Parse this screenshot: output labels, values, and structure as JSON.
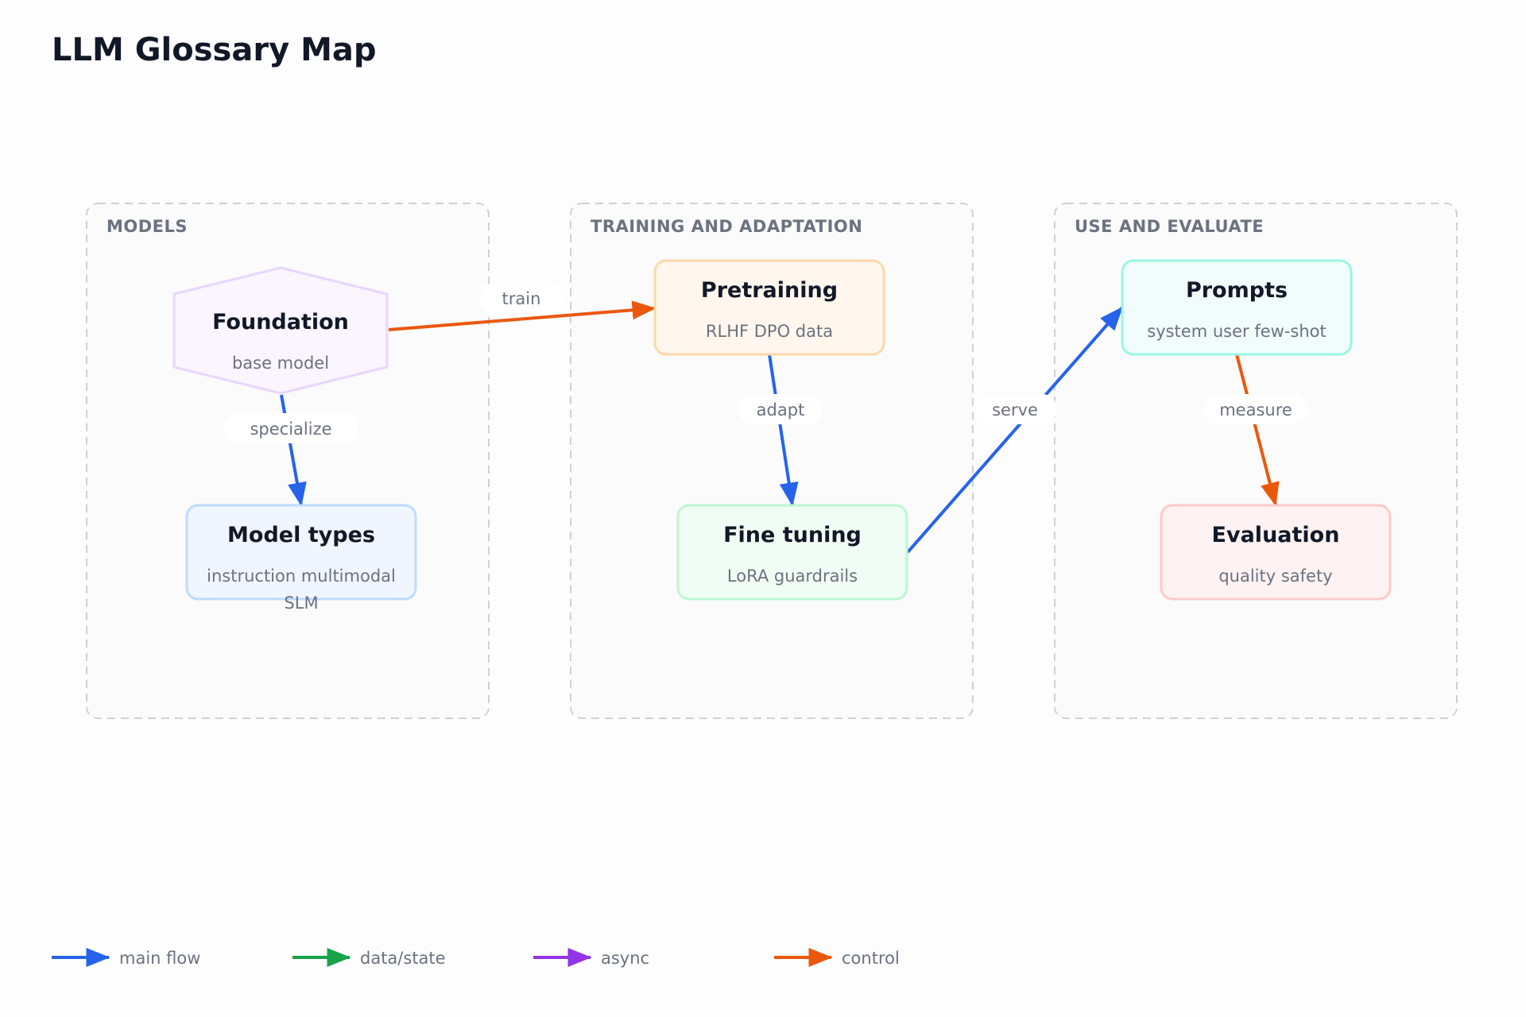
{
  "title": "LLM Glossary Map",
  "colors": {
    "main_flow": "#2563eb",
    "data_state": "#16a34a",
    "async": "#9333ea",
    "control": "#ea580c"
  },
  "groups": [
    {
      "id": "models",
      "label": "MODELS"
    },
    {
      "id": "training",
      "label": "TRAINING AND ADAPTATION"
    },
    {
      "id": "use",
      "label": "USE AND EVALUATE"
    }
  ],
  "nodes": [
    {
      "id": "foundation",
      "title": "Foundation",
      "sub": [
        "base model"
      ],
      "shape": "hexagon",
      "fill": "#faf5ff",
      "stroke": "#e9d5ff"
    },
    {
      "id": "model-types",
      "title": "Model types",
      "sub": [
        "instruction multimodal",
        "SLM"
      ],
      "shape": "rect",
      "fill": "#eff6ff",
      "stroke": "#bfdbfe"
    },
    {
      "id": "pretraining",
      "title": "Pretraining",
      "sub": [
        "RLHF DPO data"
      ],
      "shape": "rect",
      "fill": "#fff7ed",
      "stroke": "#fed7aa"
    },
    {
      "id": "fine-tuning",
      "title": "Fine tuning",
      "sub": [
        "LoRA guardrails"
      ],
      "shape": "rect",
      "fill": "#f0fdf4",
      "stroke": "#bbf7d0"
    },
    {
      "id": "prompts",
      "title": "Prompts",
      "sub": [
        "system user few-shot"
      ],
      "shape": "rect",
      "fill": "#f0fdfa",
      "stroke": "#99f6e4"
    },
    {
      "id": "evaluation",
      "title": "Evaluation",
      "sub": [
        "quality safety"
      ],
      "shape": "rect",
      "fill": "#fef2f2",
      "stroke": "#fecaca"
    }
  ],
  "edges": [
    {
      "id": "train",
      "from": "foundation",
      "to": "pretraining",
      "label": "train",
      "kind": "control"
    },
    {
      "id": "specialize",
      "from": "foundation",
      "to": "model-types",
      "label": "specialize",
      "kind": "main_flow"
    },
    {
      "id": "adapt",
      "from": "pretraining",
      "to": "fine-tuning",
      "label": "adapt",
      "kind": "main_flow"
    },
    {
      "id": "serve",
      "from": "fine-tuning",
      "to": "prompts",
      "label": "serve",
      "kind": "main_flow"
    },
    {
      "id": "measure",
      "from": "prompts",
      "to": "evaluation",
      "label": "measure",
      "kind": "control"
    }
  ],
  "legend": [
    {
      "kind": "main_flow",
      "label": "main flow"
    },
    {
      "kind": "data_state",
      "label": "data/state"
    },
    {
      "kind": "async",
      "label": "async"
    },
    {
      "kind": "control",
      "label": "control"
    }
  ]
}
